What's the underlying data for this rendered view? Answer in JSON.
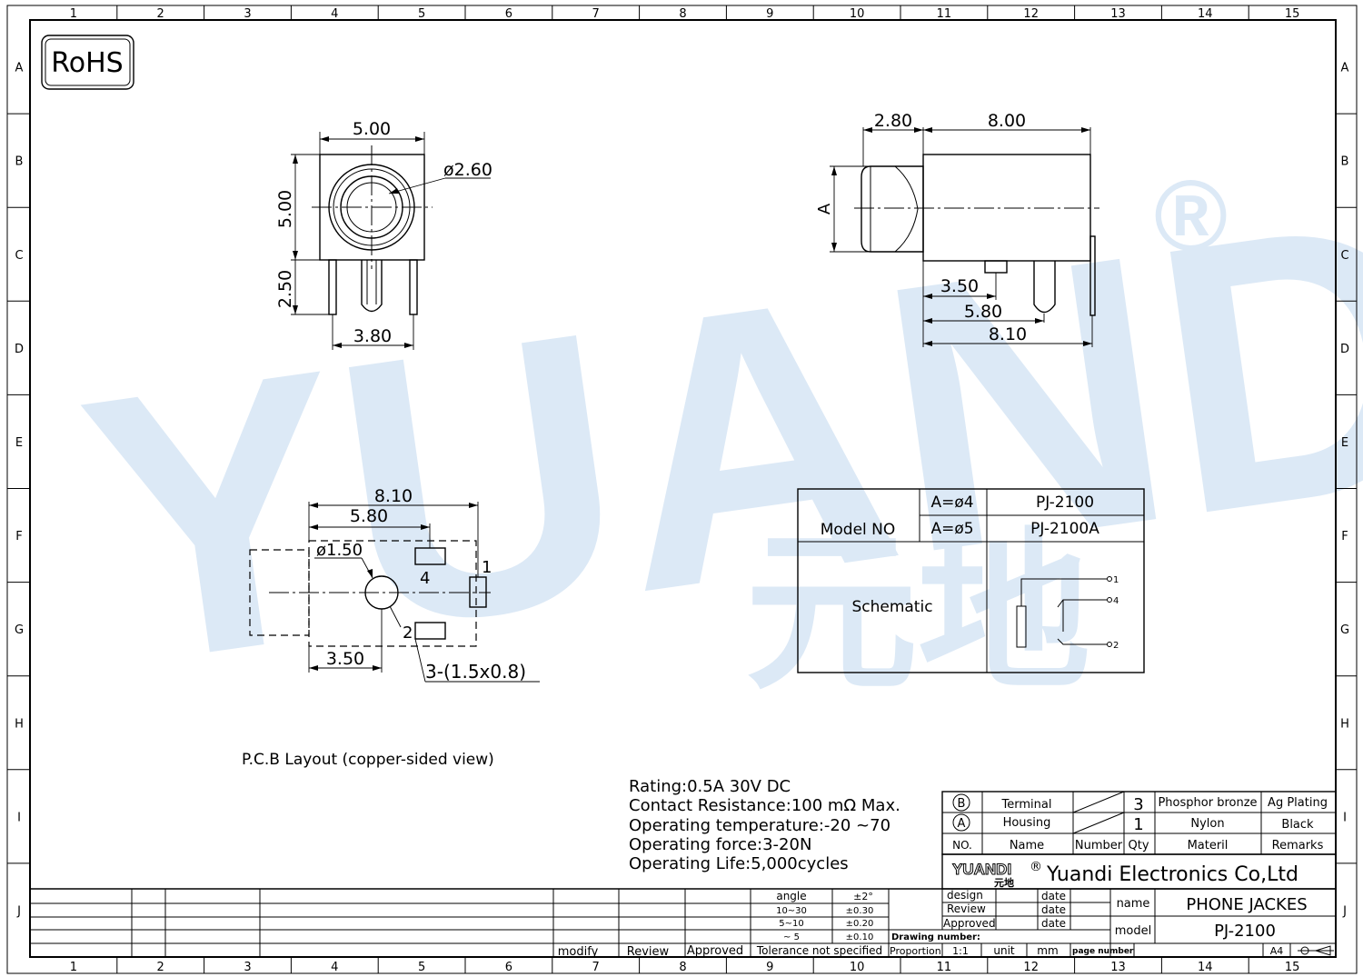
{
  "frame": {
    "columns": [
      "1",
      "2",
      "3",
      "4",
      "5",
      "6",
      "7",
      "8",
      "9",
      "10",
      "11",
      "12",
      "13",
      "14",
      "15"
    ],
    "rows": [
      "A",
      "B",
      "C",
      "D",
      "E",
      "F",
      "G",
      "H",
      "I",
      "J"
    ]
  },
  "rohs_label": "RoHS",
  "watermark": {
    "text": "YUANDI",
    "mark": "®",
    "cn": "元地"
  },
  "front_view": {
    "width": "5.00",
    "height": "5.00",
    "hole_dia": "ø2.60",
    "pin_length": "2.50",
    "pin_span": "3.80"
  },
  "side_view": {
    "nose_length": "2.80",
    "body_length": "8.00",
    "dia_label": "A",
    "pin_a": "3.50",
    "pin_b": "5.80",
    "pin_c": "8.10"
  },
  "pcb": {
    "dim_total": "8.10",
    "dim_mid": "5.80",
    "hole": "ø1.50",
    "dim_low": "3.50",
    "pads": "3-(1.5x0.8)",
    "pin1": "1",
    "pin2": "2",
    "pin4": "4",
    "caption": "P.C.B Layout (copper-sided view)"
  },
  "model_table": {
    "model_label": "Model NO",
    "rows": [
      {
        "a": "A=ø4",
        "model": "PJ-2100"
      },
      {
        "a": "A=ø5",
        "model": "PJ-2100A"
      }
    ],
    "schematic_label": "Schematic",
    "pins": [
      "1",
      "4",
      "2"
    ]
  },
  "specs": [
    "Rating:0.5A 30V DC",
    "Contact Resistance:100 mΩ Max.",
    "Operating temperature:-20  ~70",
    "Operating force:3-20N",
    "Operating Life:5,000cycles"
  ],
  "bom": {
    "rows": [
      {
        "no": "B",
        "name": "Terminal",
        "qty": "3",
        "material": "Phosphor bronze",
        "remarks": "Ag Plating"
      },
      {
        "no": "A",
        "name": "Housing",
        "qty": "1",
        "material": "Nylon",
        "remarks": "Black"
      }
    ],
    "header": {
      "no": "NO.",
      "name": "Name",
      "number": "Number",
      "qty": "Qty",
      "material": "Materil",
      "remarks": "Remarks"
    }
  },
  "company": {
    "logo": "YUANDI",
    "logo_mark": "®",
    "logo_cn": "元地",
    "name": "Yuandi Electronics Co,Ltd"
  },
  "title_block": {
    "design": "design",
    "review": "Review",
    "approved": "Approved",
    "date": "date",
    "name_label": "name",
    "name_value": "PHONE  JACKES",
    "model_label": "model",
    "model_value": "PJ-2100",
    "drawing_number": "Drawing number:",
    "proportion": "Proportion",
    "scale": "1:1",
    "unit": "unit",
    "unit_value": "mm",
    "page_number": "page number",
    "size": "A4"
  },
  "tolerance": {
    "rows": [
      {
        "range": "angle",
        "value": "±2°"
      },
      {
        "range": "10~30",
        "value": "±0.30"
      },
      {
        "range": "5~10",
        "value": "±0.20"
      },
      {
        "range": "~ 5",
        "value": "±0.10"
      }
    ],
    "footer": "Tolerance  not  specified"
  },
  "revision": {
    "modify": "modify",
    "review": "Review",
    "approved": "Approved"
  }
}
